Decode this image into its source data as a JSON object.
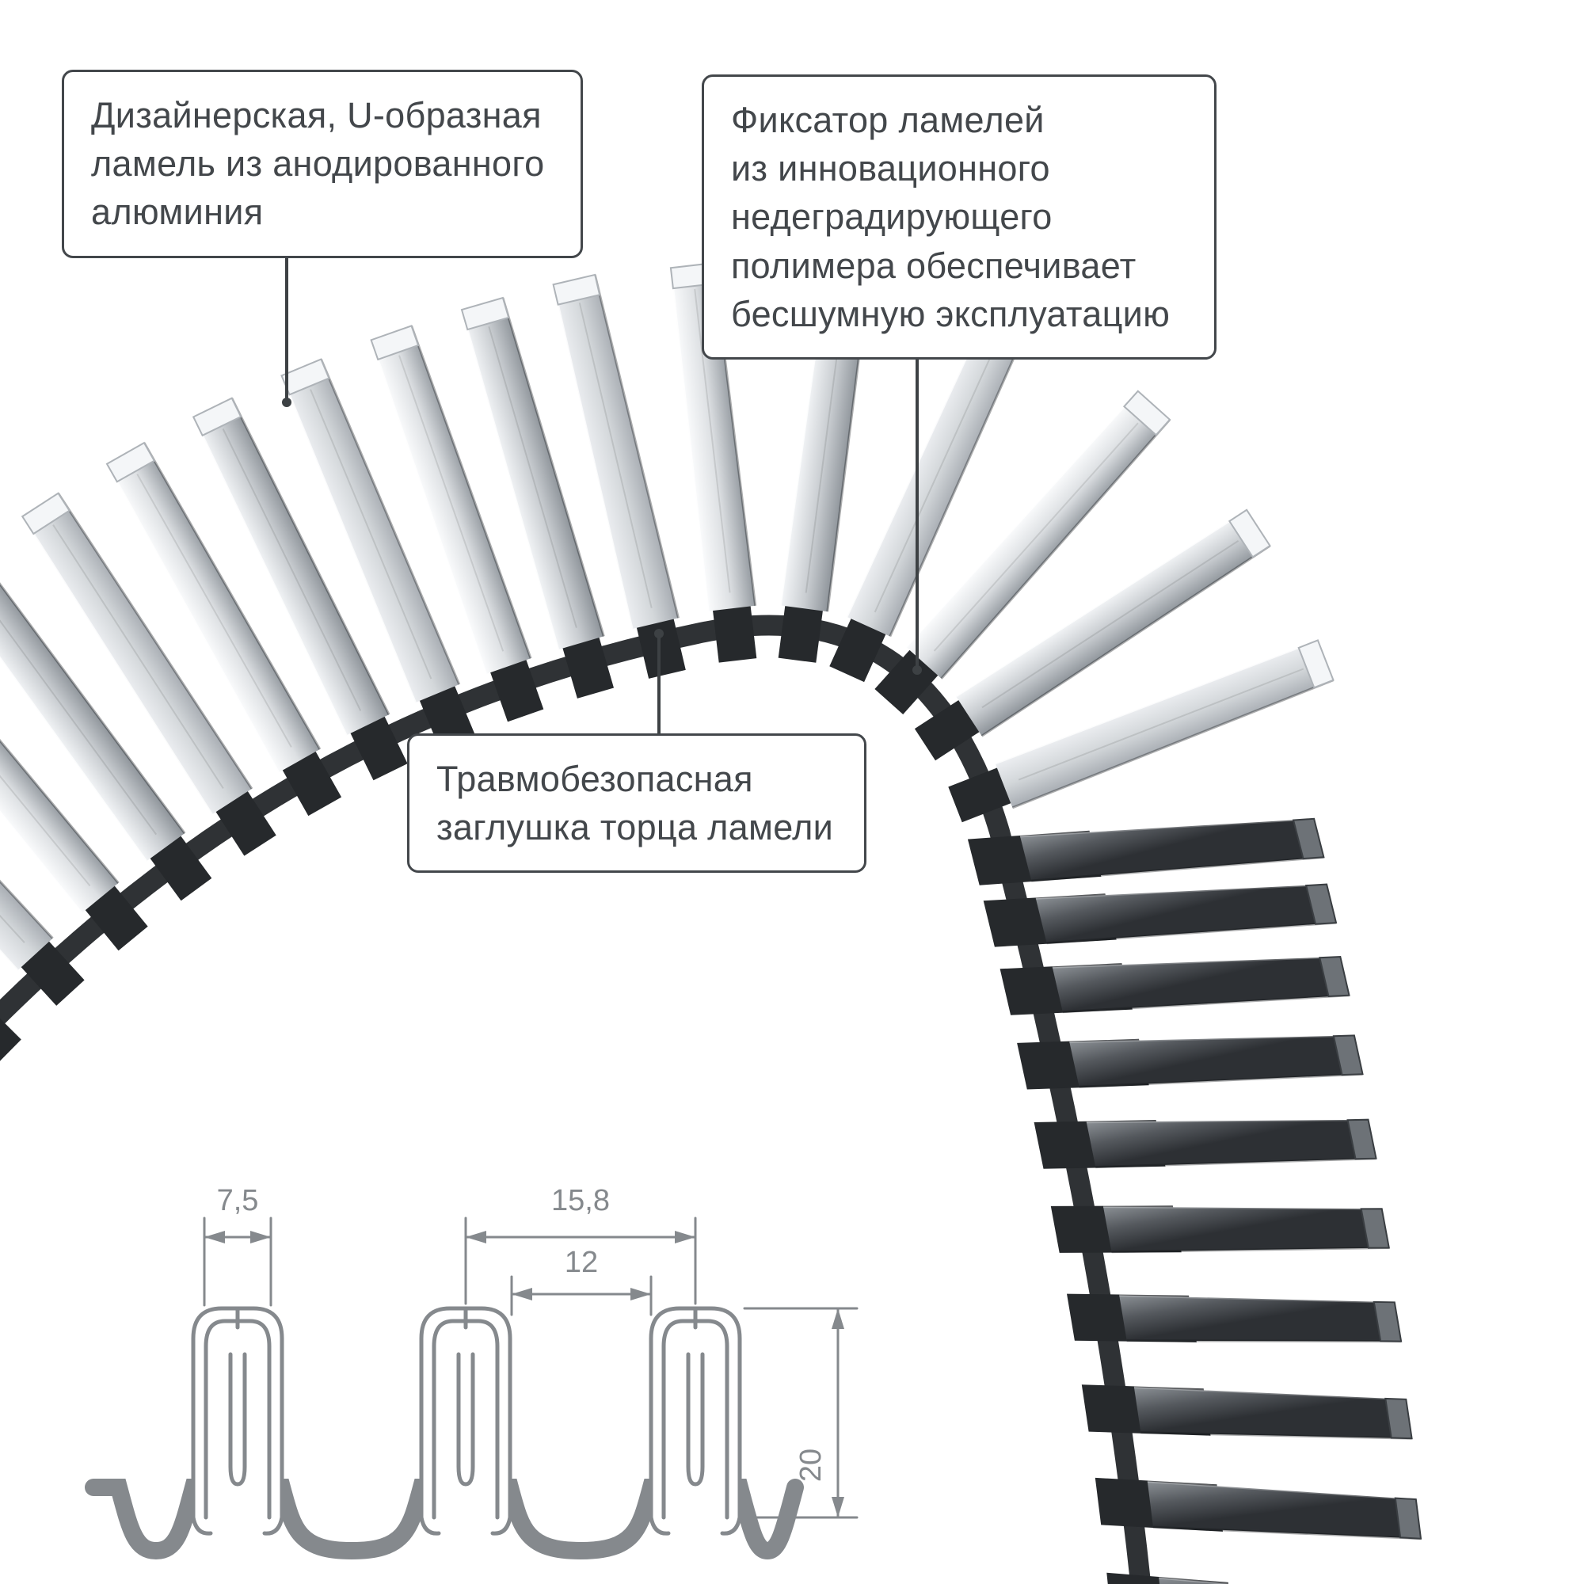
{
  "callouts": {
    "lamella": {
      "text": "Дизайнерская, U-образная\nламель из анодированного\nалюминия"
    },
    "fixator": {
      "text": "Фиксатор ламелей\nиз инновационного\nнедеградирующего\nполимера обеспечивает\nбесшумную эксплуатацию"
    },
    "end_cap": {
      "text": "Травмобезопасная\nзаглушка торца ламели"
    }
  },
  "technical_drawing": {
    "dim_u_width": "7,5",
    "dim_pitch": "15,8",
    "dim_gap": "12",
    "dim_height": "20"
  },
  "colors": {
    "accent_dark": "#3d4144",
    "band": "#2f3235",
    "holder": "#26292c",
    "drawing_gray": "#85898d",
    "metal_light": "#fbfcfd",
    "metal_deep": "#969ca2",
    "dark_slat_light": "#8b9095",
    "dark_slat_deep": "#2d3034"
  }
}
